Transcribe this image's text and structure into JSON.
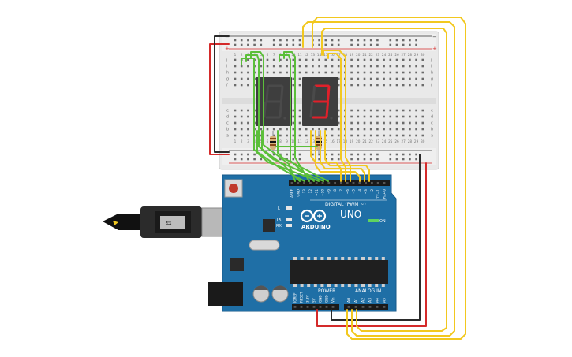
{
  "breadboard": {
    "column_numbers": [
      "1",
      "2",
      "3",
      "4",
      "5",
      "6",
      "7",
      "8",
      "9",
      "10",
      "11",
      "12",
      "13",
      "14",
      "15",
      "16",
      "17",
      "18",
      "19",
      "20",
      "21",
      "22",
      "23",
      "24",
      "25",
      "26",
      "27",
      "28",
      "29",
      "30"
    ],
    "row_letters_top": [
      "j",
      "i",
      "h",
      "g",
      "f"
    ],
    "row_letters_bottom": [
      "e",
      "d",
      "c",
      "b",
      "a"
    ],
    "rail_minus": "−",
    "rail_plus": "+"
  },
  "displays": [
    {
      "name": "left",
      "digit": "8",
      "lit": false
    },
    {
      "name": "right",
      "digit": "3",
      "lit": true
    }
  ],
  "arduino": {
    "brand": "ARDUINO",
    "model": "UNO",
    "digital_label": "DIGITAL (PWM ~)",
    "power_label": "POWER",
    "analog_label": "ANALOG IN",
    "led_l": "L",
    "led_tx": "TX",
    "led_rx": "RX",
    "on_label": "ON",
    "digital_pins": [
      "AREF",
      "GND",
      "13",
      "12",
      "~11",
      "~10",
      "~9",
      "8",
      "7",
      "~6",
      "~5",
      "4",
      "~3",
      "2",
      "TX→1",
      "RX←0"
    ],
    "power_pins": [
      "IOREF",
      "RESET",
      "3.3V",
      "5V",
      "GND",
      "GND",
      "Vin"
    ],
    "analog_pins": [
      "A0",
      "A1",
      "A2",
      "A3",
      "A4",
      "A5"
    ]
  },
  "colors": {
    "board_blue": "#1f6fa6",
    "wire_red": "#d42a2a",
    "wire_black": "#2b2b2b",
    "wire_yellow": "#f2c81f",
    "wire_green": "#5bbf3a",
    "segment_on": "#e0202a",
    "segment_off": "#4a4a4a"
  }
}
